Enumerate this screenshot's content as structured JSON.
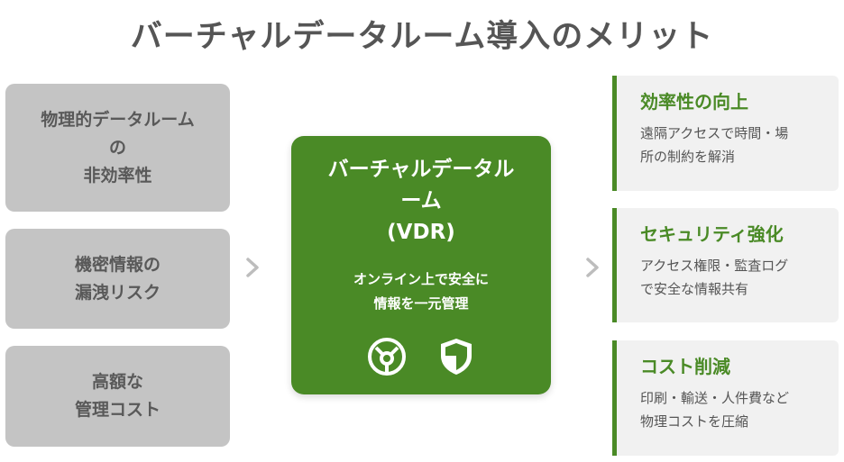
{
  "title": "バーチャルデータルーム導入のメリット",
  "problems": [
    {
      "label": "物理的データルーム\nの\n非効率性"
    },
    {
      "label": "機密情報の\n漏洩リスク"
    },
    {
      "label": "高額な\n管理コスト"
    }
  ],
  "solution": {
    "title": "バーチャルデータル\nーム\n(VDR)",
    "subtitle": "オンライン上で安全に\n情報を一元管理",
    "icons": [
      "network-icon",
      "shield-icon"
    ]
  },
  "benefits": [
    {
      "heading": "効率性の向上",
      "description": "遠隔アクセスで時間・場\n所の制約を解消"
    },
    {
      "heading": "セキュリティ強化",
      "description": "アクセス権限・監査ログ\nで安全な情報共有"
    },
    {
      "heading": "コスト削減",
      "description": "印刷・輸送・人件費など\n物理コストを圧縮"
    }
  ],
  "colors": {
    "accent_green": "#4a8a26",
    "problem_gray": "#c4c4c4",
    "benefit_bg": "#f1f1f1",
    "text_gray": "#555555"
  }
}
